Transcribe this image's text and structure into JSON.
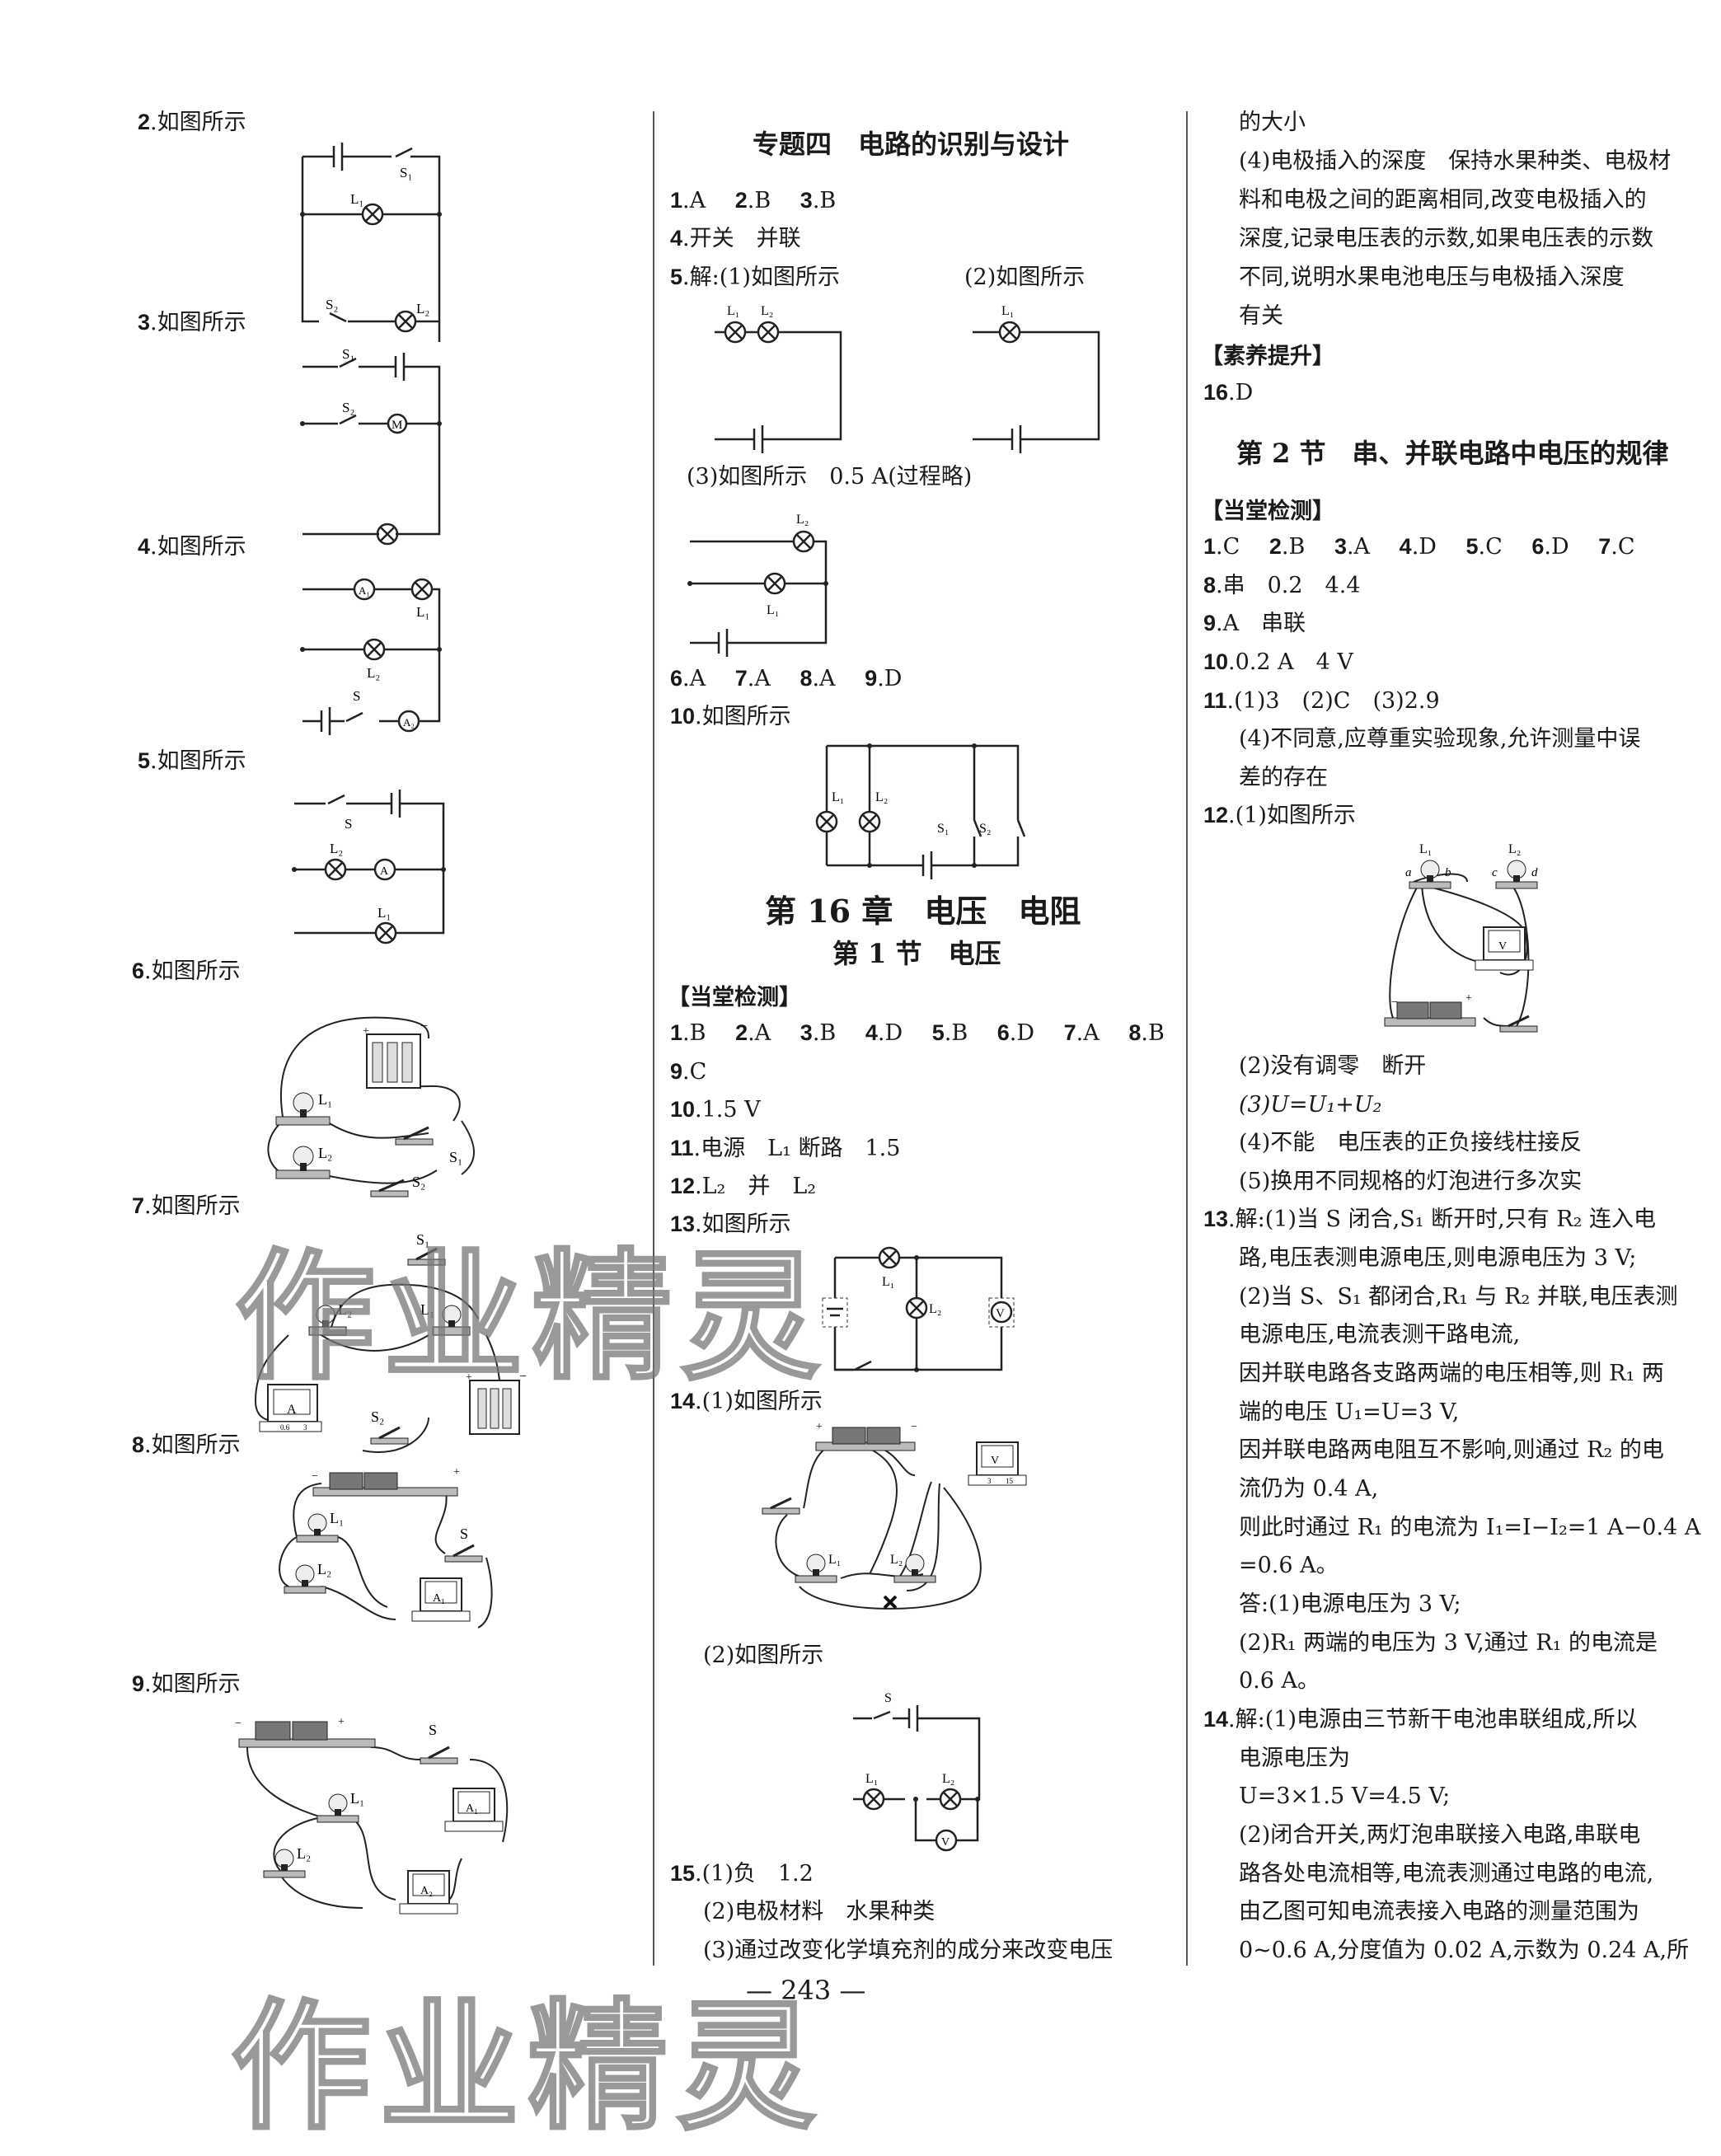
{
  "left_column": {
    "items": [
      {
        "num": "2",
        "text": "如图所示",
        "diagram": "schematic: battery + S1 top; L1 middle branch; S2 + L2 bottom branch"
      },
      {
        "num": "3",
        "text": "如图所示",
        "diagram": "schematic: S1 + battery top; S2 + motor M middle; lamp bottom"
      },
      {
        "num": "4",
        "text": "如图所示",
        "diagram": "schematic: A1 + L1 top; L2 middle; battery + S + A2 bottom"
      },
      {
        "num": "5",
        "text": "如图所示",
        "diagram": "schematic: S + battery top; L2 + A middle; L1 bottom"
      },
      {
        "num": "6",
        "text": "如图所示",
        "diagram": "physical wiring: battery, L1, L2, S1, S2"
      },
      {
        "num": "7",
        "text": "如图所示",
        "diagram": "physical wiring: S1, L2, L1, ammeter A, S2, battery"
      },
      {
        "num": "8",
        "text": "如图所示",
        "diagram": "physical wiring: battery, L1, L2, S, ammeter A1"
      },
      {
        "num": "9",
        "text": "如图所示",
        "diagram": "physical wiring: battery, S, L1, L2, ammeters A1, A2"
      }
    ],
    "labels": {
      "S1": "S₁",
      "S2": "S₂",
      "S": "S",
      "L1": "L₁",
      "L2": "L₂",
      "M": "M",
      "A": "A",
      "A1": "A₁",
      "A2": "A₂",
      "V": "V",
      "plus": "+",
      "minus": "−",
      "m06": "0.6",
      "m3": "3",
      "m15": "15",
      "a": "a",
      "b": "b",
      "c": "c",
      "d": "d"
    }
  },
  "middle_column": {
    "topic_title": "专题四　电路的识别与设计",
    "lines": [
      {
        "num": "1",
        "text": ".A　"
      },
      {
        "num": "2",
        "text": ".B　"
      },
      {
        "num": "3",
        "text": ".B"
      },
      {
        "num": "4",
        "text": ".开关　并联"
      },
      {
        "num": "5",
        "text": ".解:(1)如图所示"
      },
      {
        "num": "",
        "text": "(2)如图所示"
      },
      {
        "num": "",
        "text": "(3)如图所示　0.5 A(过程略)"
      },
      {
        "num": "6",
        "text": ".A"
      },
      {
        "num": "7",
        "text": ".A"
      },
      {
        "num": "8",
        "text": ".A"
      },
      {
        "num": "9",
        "text": ".D"
      },
      {
        "num": "10",
        "text": ".如图所示"
      }
    ],
    "chapter_title": "第 16 章　电压　电阻",
    "section_title": "第 1 节　电压",
    "tag_check": "【当堂检测】",
    "check_answers": [
      {
        "num": "1",
        "text": ".B"
      },
      {
        "num": "2",
        "text": ".A"
      },
      {
        "num": "3",
        "text": ".B"
      },
      {
        "num": "4",
        "text": ".D"
      },
      {
        "num": "5",
        "text": ".B"
      },
      {
        "num": "6",
        "text": ".D"
      },
      {
        "num": "7",
        "text": ".A"
      },
      {
        "num": "8",
        "text": ".B"
      }
    ],
    "more": [
      {
        "num": "9",
        "text": ".C"
      },
      {
        "num": "10",
        "text": ".1.5 V"
      },
      {
        "num": "11",
        "text": ".电源　L₁ 断路　1.5"
      },
      {
        "num": "12",
        "text": ".L₂　并　L₂"
      },
      {
        "num": "13",
        "text": ".如图所示"
      },
      {
        "num": "14",
        "text": ".(1)如图所示"
      },
      {
        "num": "",
        "text": "(2)如图所示"
      },
      {
        "num": "15",
        "text": ".(1)负　1.2"
      },
      {
        "num": "",
        "text": "(2)电极材料　水果种类"
      },
      {
        "num": "",
        "text": "(3)通过改变化学填充剂的成分来改变电压"
      }
    ]
  },
  "right_column": {
    "lines": [
      "的大小",
      "(4)电极插入的深度　保持水果种类、电极材",
      "料和电极之间的距离相同,改变电极插入的",
      "深度,记录电压表的示数,如果电压表的示数",
      "不同,说明水果电池电压与电极插入深度",
      "有关"
    ],
    "tag_improve": "【素养提升】",
    "q16": {
      "num": "16",
      "text": ".D"
    },
    "section2_title": "第 2 节　串、并联电路中电压的规律",
    "tag_check": "【当堂检测】",
    "check_answers": [
      {
        "num": "1",
        "text": ".C"
      },
      {
        "num": "2",
        "text": ".B"
      },
      {
        "num": "3",
        "text": ".A"
      },
      {
        "num": "4",
        "text": ".D"
      },
      {
        "num": "5",
        "text": ".C"
      },
      {
        "num": "6",
        "text": ".D"
      },
      {
        "num": "7",
        "text": ".C"
      }
    ],
    "answers": [
      {
        "num": "8",
        "text": ".串　0.2　4.4"
      },
      {
        "num": "9",
        "text": ".A　串联"
      },
      {
        "num": "10",
        "text": ".0.2 A　4 V"
      },
      {
        "num": "11",
        "text": ".(1)3　(2)C　(3)2.9"
      },
      {
        "num": "",
        "text": "(4)不同意,应尊重实验现象,允许测量中误"
      },
      {
        "num": "",
        "text": "差的存在"
      },
      {
        "num": "12",
        "text": ".(1)如图所示"
      }
    ],
    "q12_more": [
      "(2)没有调零　断开",
      "(3)U=U₁+U₂",
      "(4)不能　电压表的正负接线柱接反",
      "(5)换用不同规格的灯泡进行多次实"
    ],
    "q13": [
      {
        "num": "13",
        "text": ".解:(1)当 S 闭合,S₁ 断开时,只有 R₂ 连入电"
      },
      {
        "num": "",
        "text": "路,电压表测电源电压,则电源电压为 3 V;"
      },
      {
        "num": "",
        "text": "(2)当 S、S₁ 都闭合,R₁ 与 R₂ 并联,电压表测"
      },
      {
        "num": "",
        "text": "电源电压,电流表测干路电流,"
      },
      {
        "num": "",
        "text": "因并联电路各支路两端的电压相等,则 R₁ 两"
      },
      {
        "num": "",
        "text": "端的电压 U₁=U=3 V,"
      },
      {
        "num": "",
        "text": "因并联电路两电阻互不影响,则通过 R₂ 的电"
      },
      {
        "num": "",
        "text": "流仍为 0.4 A,"
      },
      {
        "num": "",
        "text": "则此时通过 R₁ 的电流为 I₁=I−I₂=1 A−0.4 A"
      },
      {
        "num": "",
        "text": "=0.6 A。"
      },
      {
        "num": "",
        "text": "答:(1)电源电压为 3 V;"
      },
      {
        "num": "",
        "text": "(2)R₁ 两端的电压为 3 V,通过 R₁ 的电流是"
      },
      {
        "num": "",
        "text": "0.6 A。"
      }
    ],
    "q14": [
      {
        "num": "14",
        "text": ".解:(1)电源由三节新干电池串联组成,所以"
      },
      {
        "num": "",
        "text": "电源电压为"
      },
      {
        "num": "",
        "text": "U=3×1.5 V=4.5 V;"
      },
      {
        "num": "",
        "text": "(2)闭合开关,两灯泡串联接入电路,串联电"
      },
      {
        "num": "",
        "text": "路各处电流相等,电流表测通过电路的电流,"
      },
      {
        "num": "",
        "text": "由乙图可知电流表接入电路的测量范围为"
      },
      {
        "num": "",
        "text": "0~0.6 A,分度值为 0.02 A,示数为 0.24 A,所"
      }
    ]
  },
  "footer": {
    "page_number": "— 243 —"
  },
  "watermark": {
    "text": "作业精灵"
  }
}
